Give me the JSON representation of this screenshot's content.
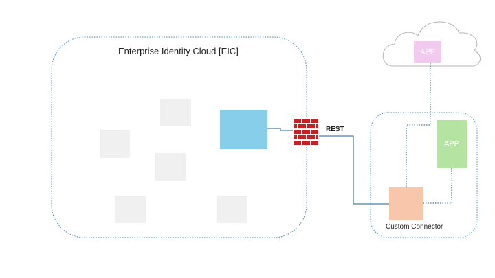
{
  "eic": {
    "title": "Enterprise Identity Cloud [EIC]"
  },
  "firewall": {
    "protocol_label": "REST"
  },
  "connector": {
    "label": "Custom Connector"
  },
  "cloud_app": {
    "label": "APP"
  },
  "local_app": {
    "label": "APP"
  },
  "colors": {
    "boundary_dotted": "#3a8fc9",
    "eic_block": "#87ceeb",
    "gray_block": "#f0f0f0",
    "firewall": "#cc1f1f",
    "connector_box": "#f7c6ab",
    "app_cloud": "#f2c9ef",
    "app_green": "#b5e3a1",
    "line": "#1f5f8b"
  }
}
